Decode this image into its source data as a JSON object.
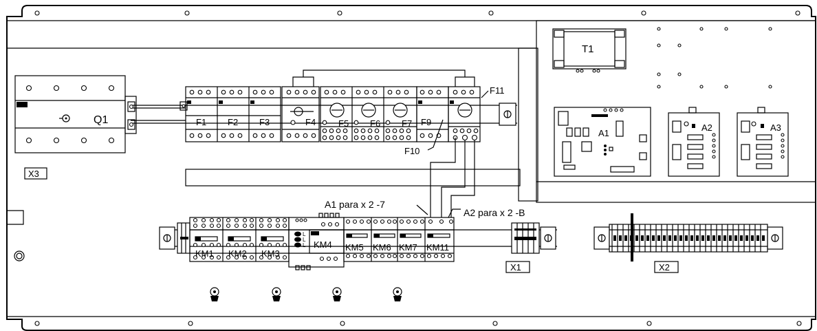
{
  "labels": {
    "q1": "Q1",
    "x3": "X3",
    "x1": "X1",
    "x2": "X2",
    "t1": "T1",
    "a1": "A1",
    "a2": "A2",
    "a3": "A3",
    "f1": "F1",
    "f2": "F2",
    "f3": "F3",
    "f4": "F4",
    "f5": "F5",
    "f6": "F6",
    "f7": "F7",
    "f9": "F9",
    "f10": "F10",
    "f11": "F11",
    "km1": "KM1",
    "km2": "KM2",
    "km3": "KM3",
    "km4": "KM4",
    "km5": "KM5",
    "km6": "KM6",
    "km7": "KM7",
    "km11": "KM11",
    "a1_para": "A1 para x 2 -7",
    "a2_para": "A2 para x 2 -B",
    "km4_l": "L"
  }
}
